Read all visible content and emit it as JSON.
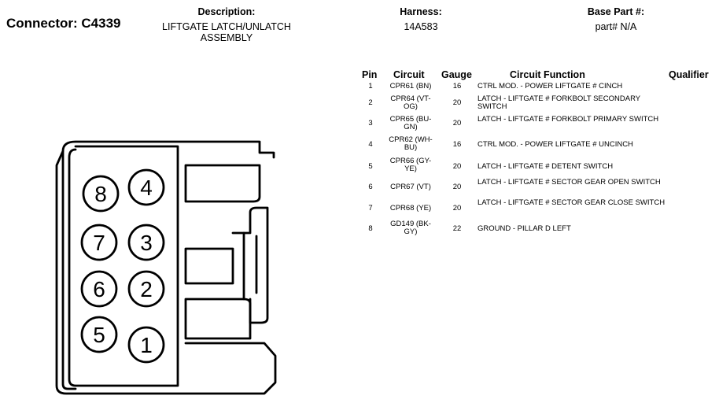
{
  "connector": {
    "label": "Connector: C4339"
  },
  "description": {
    "label": "Description:",
    "value": "LIFTGATE LATCH/UNLATCH ASSEMBLY"
  },
  "harness": {
    "label": "Harness:",
    "value": "14A583"
  },
  "base_part": {
    "label": "Base Part #:",
    "value": "part# N/A"
  },
  "table": {
    "headers": {
      "pin": "Pin",
      "circuit": "Circuit",
      "gauge": "Gauge",
      "function": "Circuit Function",
      "qualifier": "Qualifier"
    },
    "rows": [
      {
        "pin": "1",
        "circuit": "CPR61 (BN)",
        "gauge": "16",
        "function": "CTRL MOD. - POWER LIFTGATE # CINCH"
      },
      {
        "pin": "2",
        "circuit": "CPR64 (VT-OG)",
        "gauge": "20",
        "function": "LATCH - LIFTGATE # FORKBOLT SECONDARY SWITCH"
      },
      {
        "pin": "3",
        "circuit": "CPR65 (BU-GN)",
        "gauge": "20",
        "function": "LATCH - LIFTGATE # FORKBOLT PRIMARY SWITCH"
      },
      {
        "pin": "4",
        "circuit": "CPR62 (WH-BU)",
        "gauge": "16",
        "function": "CTRL MOD. - POWER LIFTGATE # UNCINCH"
      },
      {
        "pin": "5",
        "circuit": "CPR66 (GY-YE)",
        "gauge": "20",
        "function": "LATCH - LIFTGATE # DETENT SWITCH"
      },
      {
        "pin": "6",
        "circuit": "CPR67 (VT)",
        "gauge": "20",
        "function": "LATCH - LIFTGATE # SECTOR GEAR OPEN SWITCH"
      },
      {
        "pin": "7",
        "circuit": "CPR68 (YE)",
        "gauge": "20",
        "function": "LATCH - LIFTGATE # SECTOR GEAR CLOSE SWITCH"
      },
      {
        "pin": "8",
        "circuit": "GD149 (BK-GY)",
        "gauge": "22",
        "function": "GROUND - PILLAR D LEFT"
      }
    ]
  },
  "pins": [
    "1",
    "2",
    "3",
    "4",
    "5",
    "6",
    "7",
    "8"
  ]
}
